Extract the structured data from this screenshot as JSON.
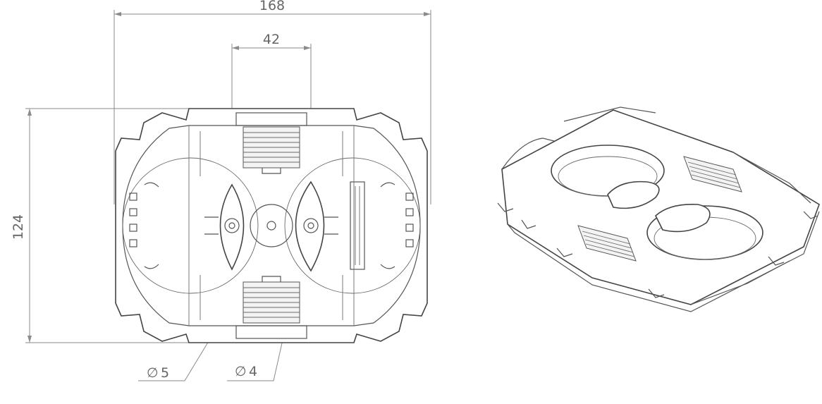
{
  "dimensions": {
    "overall_width": "168",
    "center_spacing": "42",
    "overall_height": "124",
    "hole_large": "5",
    "hole_small": "4",
    "diameter_symbol": "∅"
  },
  "colors": {
    "line": "#555555",
    "dimension": "#8a8a8a",
    "text": "#666666",
    "background": "#ffffff"
  }
}
